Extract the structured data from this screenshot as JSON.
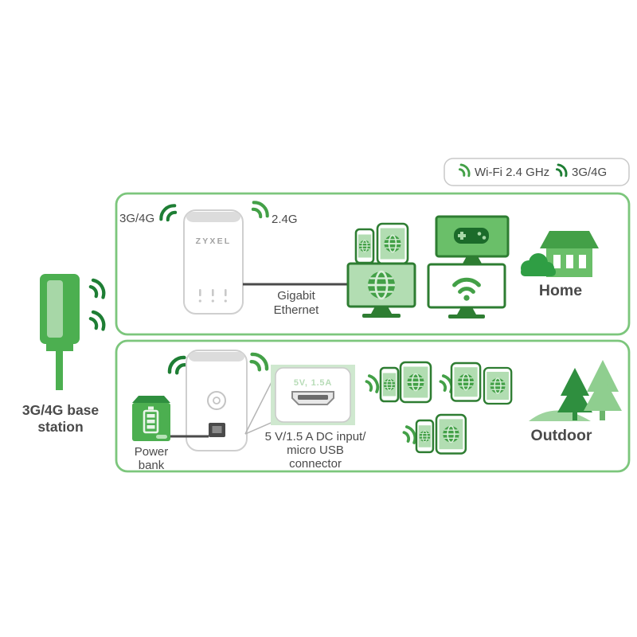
{
  "colors": {
    "brand_green": "#43a047",
    "dark_green": "#2e7d32",
    "cellular_green": "#1e7e34",
    "screen_green": "#b2ddb2",
    "panel_border": "#7cc67c",
    "text_gray": "#4a4a4a"
  },
  "legend": {
    "wifi_label": "Wi-Fi 2.4 GHz",
    "cellular_label": "3G/4G"
  },
  "base_station": {
    "label_line1": "3G/4G base",
    "label_line2": "station"
  },
  "home_zone": {
    "cellular_label": "3G/4G",
    "wifi_label": "2.4G",
    "router_brand": "ZYXEL",
    "ethernet_label_line1": "Gigabit",
    "ethernet_label_line2": "Ethernet",
    "location_label": "Home"
  },
  "outdoor_zone": {
    "power_bank_label_line1": "Power",
    "power_bank_label_line2": "bank",
    "usb_port_text": "5V, 1.5A",
    "usb_note_line1": "5 V/1.5 A DC input/",
    "usb_note_line2": "micro USB",
    "usb_note_line3": "connector",
    "location_label": "Outdoor"
  }
}
